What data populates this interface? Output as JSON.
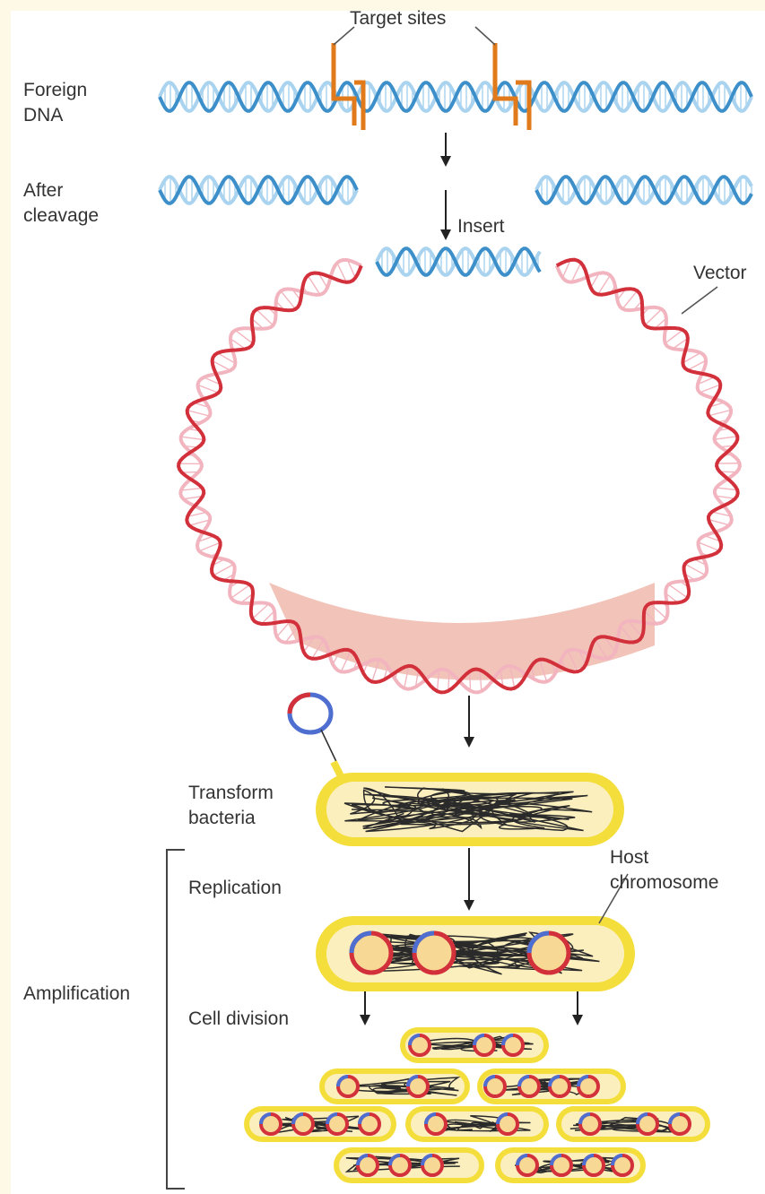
{
  "labels": {
    "target_sites": "Target sites",
    "foreign_dna": [
      "Foreign",
      "DNA"
    ],
    "after_cleavage": [
      "After",
      "cleavage"
    ],
    "insert": "Insert",
    "vector": "Vector",
    "transform_bacteria": [
      "Transform",
      "bacteria"
    ],
    "host_chromosome": [
      "Host",
      "chromosome"
    ],
    "replication": "Replication",
    "amplification": "Amplification",
    "cell_division": "Cell division"
  },
  "colors": {
    "dna_blue": "#3d8fc9",
    "dna_blue_light": "#a9d3ee",
    "vector_red": "#d2303a",
    "vector_pink": "#f2b5bf",
    "insert_band": "#f0b8ac",
    "target_orange": "#e07a1a",
    "cell_yellow": "#f4de3c",
    "cell_fill": "#fbefbe",
    "plasmid_blue": "#4f6fd0"
  }
}
